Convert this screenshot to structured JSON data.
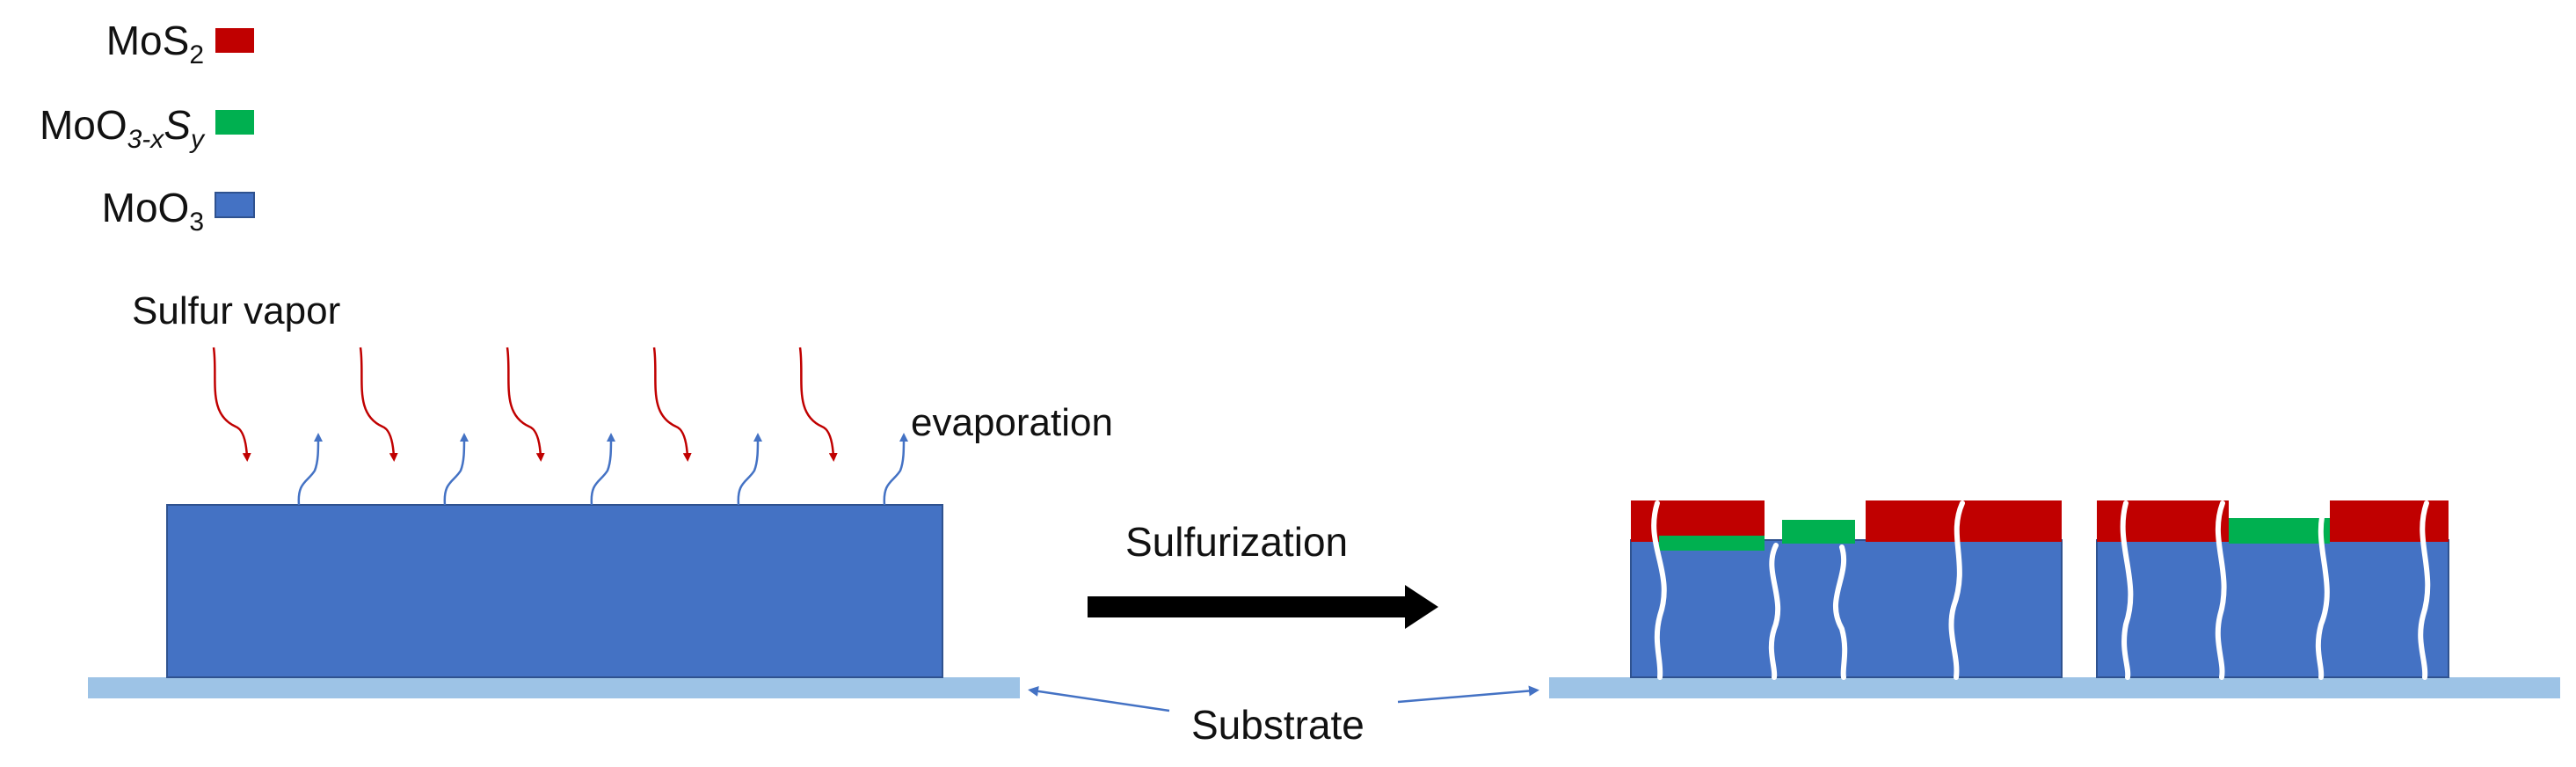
{
  "legend": [
    {
      "base": "MoS",
      "sub": "2",
      "mid": "",
      "sub2": "",
      "color": "#c00000"
    },
    {
      "base": "MoO",
      "sub": "3-x",
      "mid": "S",
      "sub2": "y",
      "color": "#00b050"
    },
    {
      "base": "MoO",
      "sub": "3",
      "mid": "",
      "sub2": "",
      "color": "#4472c4"
    }
  ],
  "labels": {
    "sulfur_vapor": "Sulfur vapor",
    "evaporation": "evaporation",
    "sulfurization": "Sulfurization",
    "substrate": "Substrate"
  },
  "colors": {
    "mos2": "#c00000",
    "moo3_x_sy": "#00b050",
    "moo3": "#4472c4",
    "substrate": "#9dc3e6",
    "sulfur_arrow": "#c00000",
    "evaporation_arrow": "#4472c4",
    "process_arrow": "#000000",
    "cracks": "#ffffff"
  }
}
